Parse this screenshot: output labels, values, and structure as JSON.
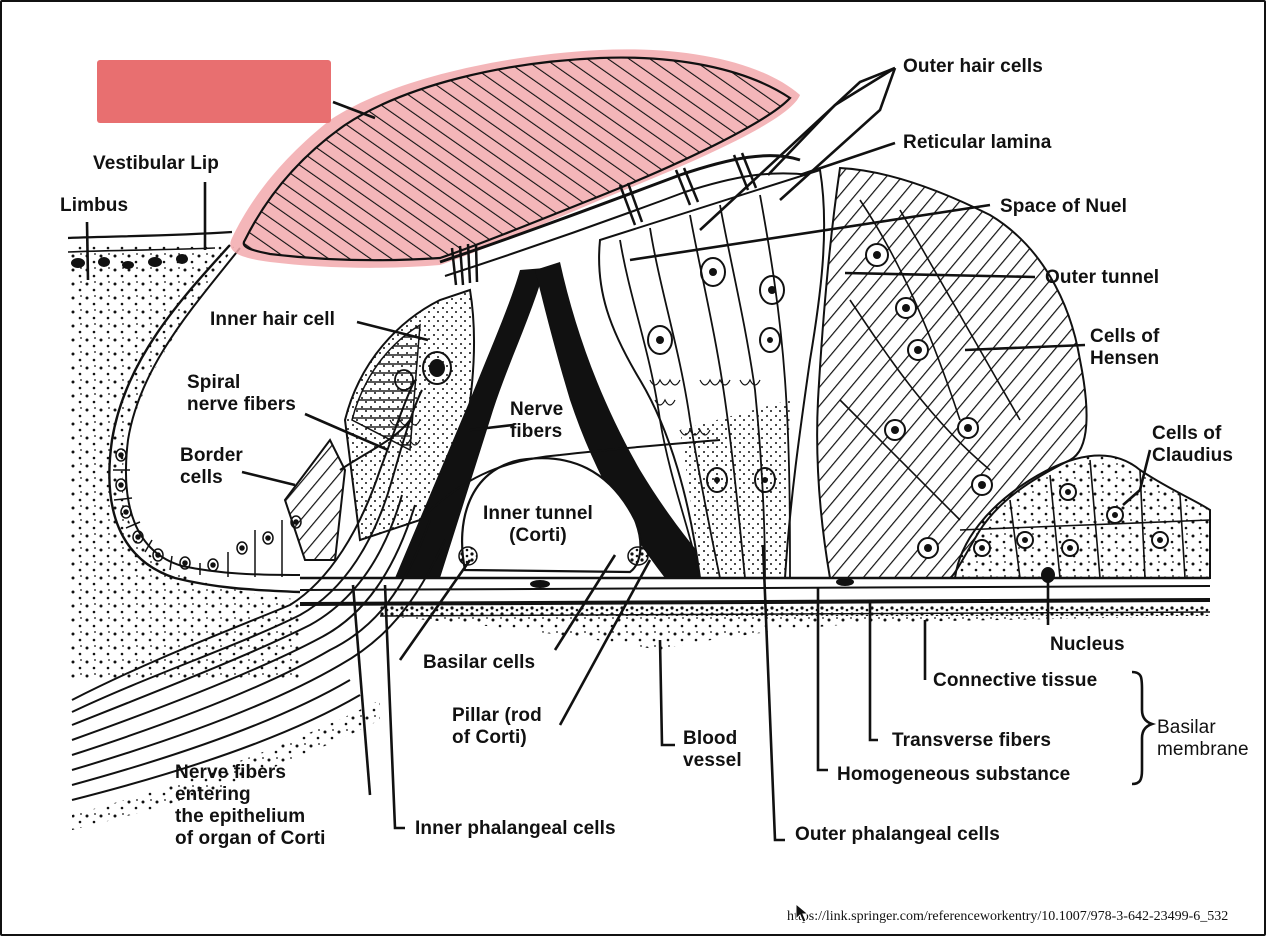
{
  "labels": {
    "outer_hair_cells": "Outer hair cells",
    "reticular_lamina": "Reticular lamina",
    "space_of_nuel": "Space of Nuel",
    "outer_tunnel": "Outer tunnel",
    "cells_of_hensen": "Cells of\nHensen",
    "cells_of_claudius": "Cells of\nClaudius",
    "vestibular_lip": "Vestibular Lip",
    "limbus": "Limbus",
    "inner_hair_cell": "Inner hair cell",
    "spiral_nerve_fibers": "Spiral\nnerve fibers",
    "border_cells": "Border\ncells",
    "nerve_fibers": "Nerve\nfibers",
    "inner_tunnel": "Inner tunnel\n(Corti)",
    "nucleus": "Nucleus",
    "connective_tissue": "Connective tissue",
    "basilar_membrane": "Basilar\nmembrane",
    "transverse_fibers": "Transverse fibers",
    "homogeneous_substance": "Homogeneous substance",
    "basilar_cells": "Basilar cells",
    "pillar": "Pillar (rod\nof Corti)",
    "blood_vessel": "Blood\nvessel",
    "nerve_fibers_entering": "Nerve fibers\nentering\nthe epithelium\nof organ of Corti",
    "inner_phalangeal_cells": "Inner phalangeal cells",
    "outer_phalangeal_cells": "Outer phalangeal cells"
  },
  "source_url": "https://link.springer.com/referenceworkentry/10.1007/978-3-642-23499-6_532",
  "colors": {
    "highlight": "#f2a9ad",
    "redaction": "#e86f70",
    "ink": "#111111"
  }
}
